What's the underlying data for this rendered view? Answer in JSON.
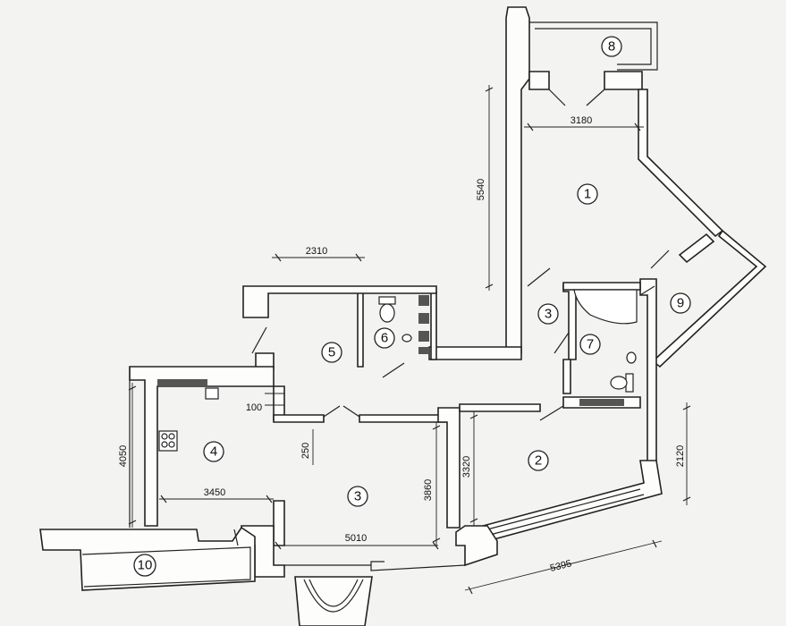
{
  "rooms": {
    "r1": "1",
    "r2": "2",
    "r3a": "3",
    "r3b": "3",
    "r4": "4",
    "r5": "5",
    "r6": "6",
    "r7": "7",
    "r8": "8",
    "r9": "9",
    "r10": "10"
  },
  "dimensions": {
    "d3180": "3180",
    "d5540": "5540",
    "d2310": "2310",
    "d100": "100",
    "d250": "250",
    "d4050": "4050",
    "d3450": "3450",
    "d3860": "3860",
    "d3320": "3320",
    "d5010": "5010",
    "d2120": "2120",
    "d5395": "5395"
  }
}
